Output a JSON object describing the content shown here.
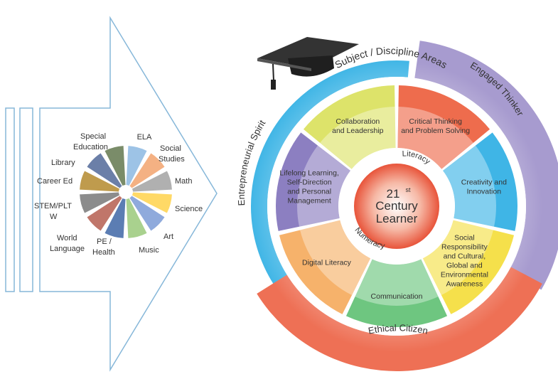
{
  "left_wheel": {
    "subjects": [
      {
        "label": "ELA",
        "color": "#9dc3e6"
      },
      {
        "label": "Social Studies",
        "color": "#f4b183"
      },
      {
        "label": "Math",
        "color": "#b0b0b0"
      },
      {
        "label": "Science",
        "color": "#ffd966"
      },
      {
        "label": "Art",
        "color": "#8faadc"
      },
      {
        "label": "Music",
        "color": "#a9d18e"
      },
      {
        "label": "PE / Health",
        "color": "#5b7db3"
      },
      {
        "label": "World Language",
        "color": "#c0766a"
      },
      {
        "label": "STEM/PLTW",
        "color": "#8c8c8c"
      },
      {
        "label": "Career Ed",
        "color": "#bf9b4d"
      },
      {
        "label": "Library",
        "color": "#6b7fa8"
      },
      {
        "label": "Special Education",
        "color": "#7a8c69"
      }
    ],
    "label_lines": {
      "ela": "ELA",
      "social1": "Social",
      "social2": "Studies",
      "math": "Math",
      "science": "Science",
      "art": "Art",
      "music": "Music",
      "pe1": "PE /",
      "pe2": "Health",
      "world1": "World",
      "world2": "Language",
      "stem1": "STEM/PLT",
      "stem2": "W",
      "career": "Career Ed",
      "library": "Library",
      "special1": "Special",
      "special2": "Education"
    }
  },
  "outer_ring": {
    "subject_areas": "Subject / Discipline Areas",
    "engaged_thinker": "Engaged Thinker",
    "entrepreneurial_spirit": "Entrepreneurial Spirit",
    "ethical_citizen": "Ethical Citizen",
    "colors": {
      "blue": "#41b6e6",
      "purple": "#a79bcf",
      "red": "#ee7055"
    }
  },
  "segments": [
    {
      "lines": [
        "Collaboration",
        "and Leadership"
      ],
      "color": "#dde36a"
    },
    {
      "lines": [
        "Critical Thinking",
        "and Problem Solving"
      ],
      "color": "#ee6c4d"
    },
    {
      "lines": [
        "Creativity and",
        "Innovation"
      ],
      "color": "#3fb5e6"
    },
    {
      "lines": [
        "Social",
        "Responsibility",
        "and Cultural,",
        "Global and",
        "Environmental",
        "Awareness"
      ],
      "color": "#f5e04b"
    },
    {
      "lines": [
        "Communication"
      ],
      "color": "#6ec680"
    },
    {
      "lines": [
        "Digital Literacy"
      ],
      "color": "#f6b26b"
    },
    {
      "lines": [
        "Lifelong Learning,",
        "Self-Direction",
        "and Personal",
        "Management"
      ],
      "color": "#8c7fc1"
    }
  ],
  "inner_ring": {
    "literacy": "Literacy",
    "numeracy": "Numeracy"
  },
  "center": {
    "line1": "21",
    "sup": "st",
    "line2": "Century",
    "line3": "Learner",
    "color": "#e8543a"
  }
}
